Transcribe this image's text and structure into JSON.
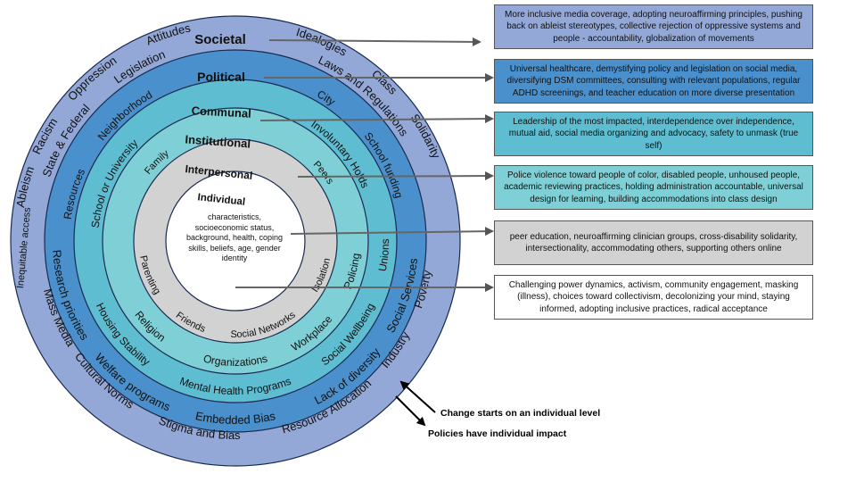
{
  "colors": {
    "societal": "#93a8d6",
    "political": "#4a90cc",
    "communal": "#5ebdd0",
    "institutional": "#7fd0d6",
    "interpersonal": "#d2d2d2",
    "individual": "#ffffff",
    "arrow": "#666666"
  },
  "rings": {
    "societal": {
      "title": "Societal",
      "labels": [
        "Attitudes",
        "Oppression",
        "Racism",
        "Ableism",
        "Inequitable access",
        "Mass Media",
        "Cultural Norms",
        "Stigma and Bias",
        "Resource Allocation",
        "Industry",
        "Poverty",
        "Idealogies",
        "Class",
        "Solidarity"
      ]
    },
    "political": {
      "title": "Political",
      "labels": [
        "Legislation",
        "State & Federal",
        "Research priorities",
        "Welfare programs",
        "Embedded Bias",
        "Lack of diversity",
        "Social Services",
        "Laws and Regulations"
      ]
    },
    "communal": {
      "title": "Communal",
      "labels": [
        "Neighborhood",
        "Resources",
        "Housing Stability",
        "Mental Health Programs",
        "Social Wellbeing",
        "Unions",
        "School funding",
        "City"
      ]
    },
    "institutional": {
      "title": "Institutional",
      "labels": [
        "School or University",
        "Religion",
        "Organizations",
        "Workplace",
        "Policing",
        "Involuntary Holds"
      ]
    },
    "interpersonal": {
      "title": "Interpersonal",
      "labels": [
        "Family",
        "Parenting",
        "Friends",
        "Social Networks",
        "Isolation",
        "Peers"
      ]
    },
    "individual": {
      "title": "Individual",
      "description": "characteristics, socioeconomic status, background, health, coping skills, beliefs, age, gender identity"
    }
  },
  "notes": {
    "societal": "More inclusive media coverage, adopting neuroaffirming principles, pushing back on ableist stereotypes, collective rejection of oppressive systems and people - accountability, globalization of movements",
    "political": "Universal healthcare,  demystifying policy and legislation on social media, diversifying DSM committees, consulting with relevant populations, regular ADHD screenings, and teacher education on more diverse presentation",
    "communal": "Leadership of the most impacted, interdependence over independence, mutual aid,  social media organizing and advocacy, safety to unmask (true self)",
    "institutional": "Police violence toward people of color, disabled people, unhoused people, academic reviewing practices, holding administration accountable, universal design for learning, building accommodations into class design",
    "interpersonal": "peer education, neuroaffirming clinician groups, cross-disability solidarity, intersectionality, accommodating others, supporting others online",
    "individual": "Challenging power dynamics,  activism, community engagement, masking (illness), choices toward collectivism, decolonizing your mind, staying informed, adopting inclusive practices, radical acceptance"
  },
  "captions": {
    "change": "Change starts on an individual level",
    "policies": "Policies have individual impact"
  }
}
